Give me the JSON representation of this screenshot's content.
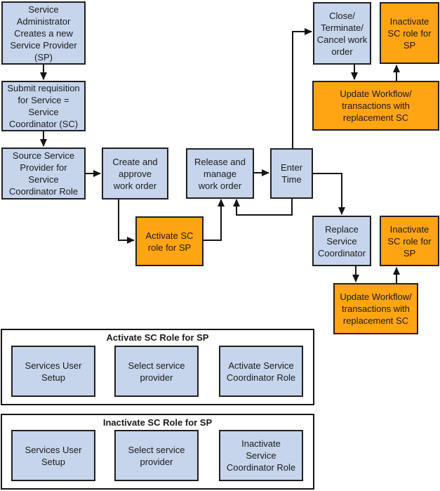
{
  "diagram": {
    "description": "Service Coordinator workflow flowchart",
    "palette": {
      "process_fill": "#c7d5ec",
      "highlight_fill": "#ffa513",
      "border": "#1f1f1f",
      "connector": "#141414"
    },
    "nodes": {
      "service_admin": {
        "label": "Service\nAdministrator\nCreates a new\nService Provider\n(SP)",
        "type": "process"
      },
      "submit_requisition": {
        "label": "Submit requisition\nfor Service =\nService\nCoordinator (SC)",
        "type": "process"
      },
      "source_provider": {
        "label": "Source Service\nProvider for\nService\nCoordinator Role",
        "type": "process"
      },
      "create_work_order": {
        "label": "Create and\napprove\nwork order",
        "type": "process"
      },
      "activate_sc_role": {
        "label": "Activate SC\nrole for SP",
        "type": "highlight"
      },
      "release_work_order": {
        "label": "Release and\nmanage\nwork order",
        "type": "process"
      },
      "enter_time": {
        "label": "Enter\nTime",
        "type": "process"
      },
      "close_work_order": {
        "label": "Close/\nTerminate/\nCancel work\norder",
        "type": "process"
      },
      "inactivate_sc_role_top": {
        "label": "Inactivate\nSC role for\nSP",
        "type": "highlight"
      },
      "update_workflow_top": {
        "label": "Update Workflow/\ntransactions with\nreplacement SC",
        "type": "highlight"
      },
      "replace_coordinator": {
        "label": "Replace\nService\nCoordinator",
        "type": "process"
      },
      "inactivate_sc_role_mid": {
        "label": "Inactivate\nSC role for\nSP",
        "type": "highlight"
      },
      "update_workflow_mid": {
        "label": "Update Workflow/\ntransactions with\nreplacement SC",
        "type": "highlight"
      }
    },
    "groups": {
      "activate": {
        "title": "Activate SC Role for SP",
        "steps": {
          "services_user_setup": {
            "label": "Services User\nSetup"
          },
          "select_service_provider": {
            "label": "Select service\nprovider"
          },
          "activate_role": {
            "label": "Activate Service\nCoordinator Role"
          }
        }
      },
      "inactivate": {
        "title": "Inactivate SC Role for SP",
        "steps": {
          "services_user_setup": {
            "label": "Services User\nSetup"
          },
          "select_service_provider": {
            "label": "Select service\nprovider"
          },
          "inactivate_role": {
            "label": "Inactivate\nService\nCoordinator Role"
          }
        }
      }
    }
  }
}
